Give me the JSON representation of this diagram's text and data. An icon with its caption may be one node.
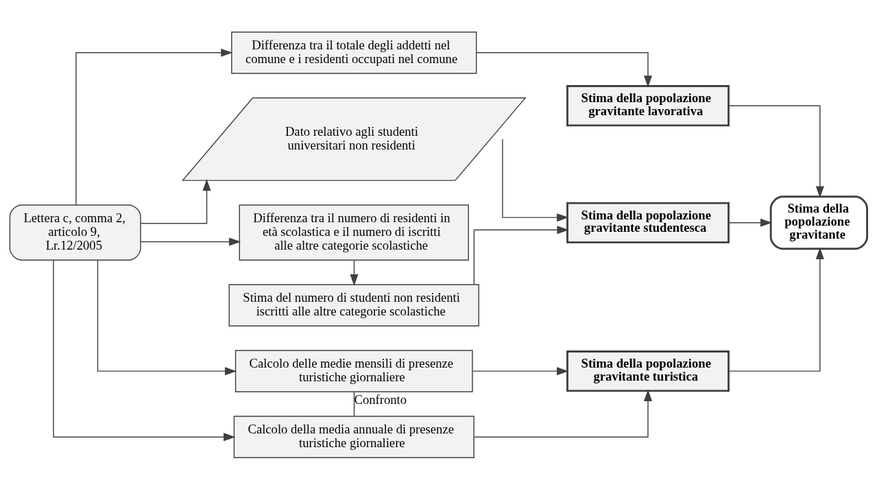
{
  "diagram": {
    "nodes": [
      {
        "text": [
          "Lettera c, comma 2, articolo 9, Lr.12/2005"
        ]
      },
      {
        "text": [
          "Differenza tra il totale degli addetti nel comune e i residenti occupati nel comune"
        ]
      },
      {
        "text": [
          "Dato relativo agli studenti universitari non residenti"
        ]
      },
      {
        "text": [
          "Differenza tra il numero di residenti in età scolastica e il numero di iscritti alle altre categorie scolastiche"
        ]
      },
      {
        "text": [
          "Stima del numero di studenti non residenti iscritti alle altre categorie scolastiche"
        ]
      },
      {
        "text": [
          "Calcolo delle medie mensili di presenze turistiche giornaliere"
        ]
      },
      {
        "text": [
          "Calcolo della media annuale di presenze turistiche giornaliere"
        ]
      },
      {
        "text": [
          "Stima della popolazione gravitante lavorativa"
        ]
      },
      {
        "text": [
          "Stima della popolazione gravitante studentesca"
        ]
      },
      {
        "text": [
          "Stima della popolazione gravitante turistica"
        ]
      },
      {
        "text": [
          "Stima della popolazione gravitante"
        ]
      }
    ],
    "edges": [
      {
        "from": 0,
        "to": 1,
        "arrow": "to"
      },
      {
        "from": 0,
        "to": 2,
        "arrow": "to"
      },
      {
        "from": 0,
        "to": 3,
        "arrow": "to"
      },
      {
        "from": 0,
        "to": 5,
        "arrow": "to"
      },
      {
        "from": 0,
        "to": 6,
        "arrow": "to"
      },
      {
        "from": 3,
        "to": 4,
        "arrow": "to"
      },
      {
        "from": 5,
        "to": 6,
        "arrow": "none",
        "label": "Confronto"
      },
      {
        "from": 1,
        "to": 7,
        "arrow": "to"
      },
      {
        "from": 2,
        "to": 8,
        "arrow": "to"
      },
      {
        "from": 4,
        "to": 8,
        "arrow": "to"
      },
      {
        "from": 5,
        "to": 9,
        "arrow": "to"
      },
      {
        "from": 6,
        "to": 9,
        "arrow": "to"
      },
      {
        "from": 7,
        "to": 10,
        "arrow": "to"
      },
      {
        "from": 8,
        "to": 10,
        "arrow": "to"
      },
      {
        "from": 9,
        "to": 10,
        "arrow": "to"
      }
    ]
  }
}
